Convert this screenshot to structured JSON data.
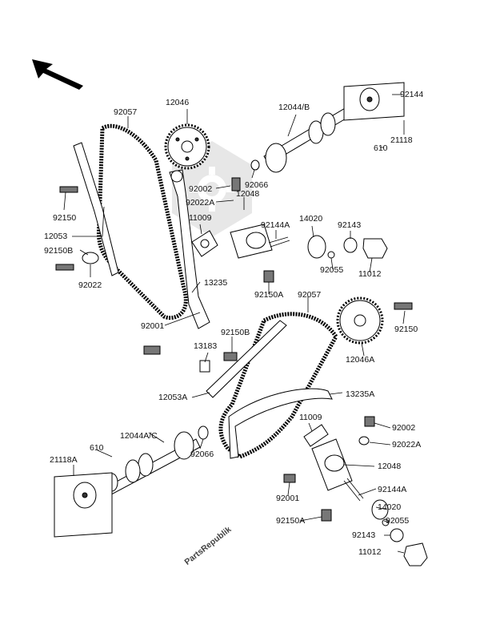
{
  "watermark": "PartsRepublik",
  "icons": [
    "direction-arrow-icon",
    "gear-icon"
  ],
  "labels": {
    "p92057_top": "92057",
    "p12046": "12046",
    "p12044b": "12044/B",
    "p92144_top": "92144",
    "p21118": "21118",
    "p610_top": "610",
    "p92150_left": "92150",
    "p12053": "12053",
    "p92150b_left": "92150B",
    "p92022_left": "92022",
    "p92002_top": "92002",
    "p92066_top": "92066",
    "p92022a_top": "92022A",
    "p12048_top": "12048",
    "p11009_top": "11009",
    "p92144a_top": "92144A",
    "p14020_top": "14020",
    "p92143_top": "92143",
    "p92055_top": "92055",
    "p11012_top": "11012",
    "p13235": "13235",
    "p92150a_top": "92150A",
    "p92057_mid": "92057",
    "p92001_top": "92001",
    "p92150b_mid": "92150B",
    "p13183": "13183",
    "p92150_right": "92150",
    "p12046a": "12046A",
    "p12053a": "12053A",
    "p13235a": "13235A",
    "p11009_bot": "11009",
    "p92002_bot": "92002",
    "p92022a_bot": "92022A",
    "p12044ac": "12044A/C",
    "p610_bot": "610",
    "p92066_bot": "92066",
    "p12048_bot": "12048",
    "p21118a": "21118A",
    "p92144a_bot": "92144A",
    "p92001_bot": "92001",
    "p14020_bot": "14020",
    "p92150a_bot": "92150A",
    "p92055_bot": "92055",
    "p92143_bot": "92143",
    "p11012_bot": "11012"
  }
}
